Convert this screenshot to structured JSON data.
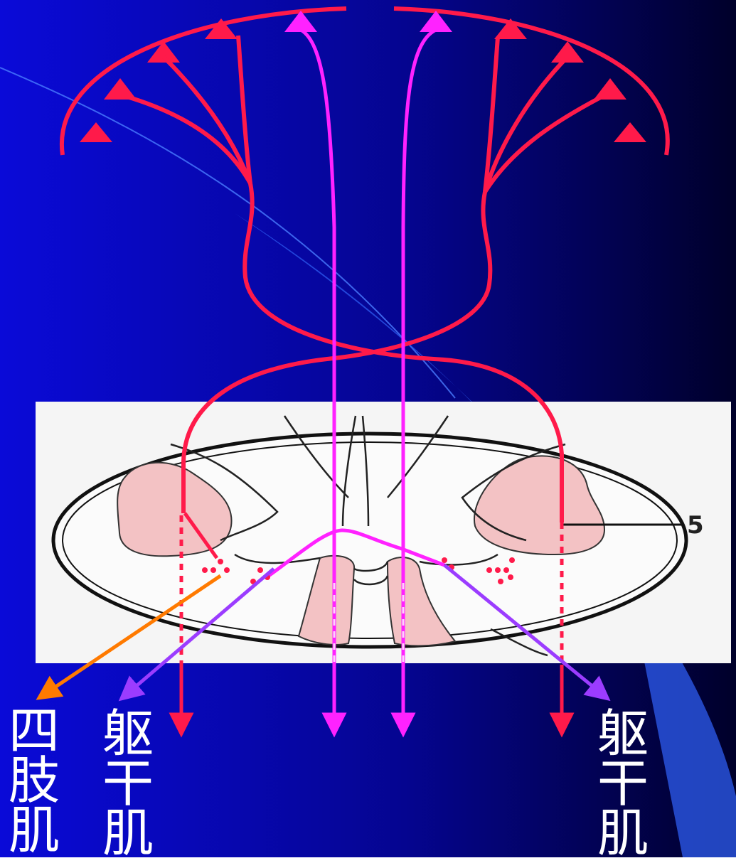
{
  "labels": {
    "limb_muscle": "四\n肢\n肌",
    "trunk_muscle_left": "躯\n干\n肌",
    "trunk_muscle_right": "躯\n干\n肌",
    "marker_number": "5"
  },
  "colors": {
    "bg_left": "#0a0ad8",
    "bg_right": "#000033",
    "corticospinal": "#ff1a4a",
    "anterior_tract": "#ff22ff",
    "limb_pathway": "#ff7a00",
    "trunk_pathway": "#9b3cff",
    "gray_matter": "#f3c2c4",
    "highlight": "#3366ff"
  }
}
